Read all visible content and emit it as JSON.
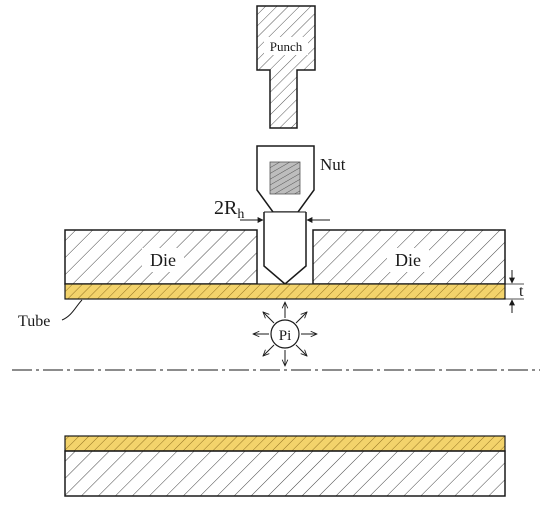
{
  "diagram": {
    "labels": {
      "punch": "Punch",
      "nut": "Nut",
      "die_left": "Die",
      "die_right": "Die",
      "tube": "Tube",
      "thickness": "t",
      "pressure": "Pi",
      "hole_diameter_main": "2R",
      "hole_diameter_sub": "h"
    },
    "colors": {
      "outline": "#1a1a1a",
      "hatch": "#444444",
      "tube_fill": "#f3d36b",
      "thread": "#555555"
    }
  }
}
